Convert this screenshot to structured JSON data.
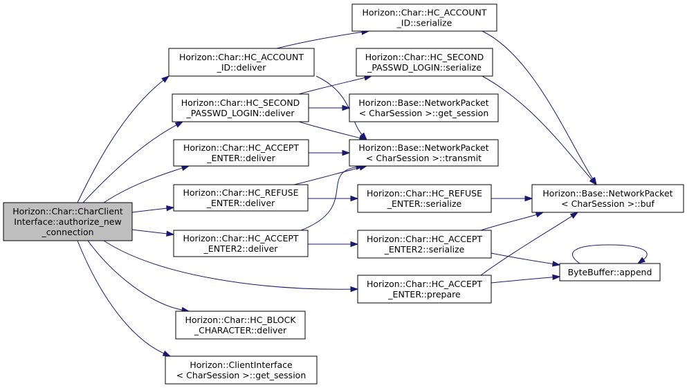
{
  "graph": {
    "colors": {
      "edge": "#191970",
      "root_fill": "#bfbfbf",
      "node_fill": "#ffffff",
      "border": "#000000"
    },
    "nodes": [
      {
        "id": "root",
        "lines": [
          "Horizon::Char::CharClient",
          "Interface::authorize_new",
          "_connection"
        ],
        "root": true
      },
      {
        "id": "acc_id_deliver",
        "lines": [
          "Horizon::Char::HC_ACCOUNT",
          "_ID::deliver"
        ]
      },
      {
        "id": "sec_pass_deliver",
        "lines": [
          "Horizon::Char::HC_SECOND",
          "_PASSWD_LOGIN::deliver"
        ]
      },
      {
        "id": "accept_enter_deliver",
        "lines": [
          "Horizon::Char::HC_ACCEPT",
          "_ENTER::deliver"
        ]
      },
      {
        "id": "refuse_enter_deliver",
        "lines": [
          "Horizon::Char::HC_REFUSE",
          "_ENTER::deliver"
        ]
      },
      {
        "id": "accept_enter2_deliver",
        "lines": [
          "Horizon::Char::HC_ACCEPT",
          "_ENTER2::deliver"
        ]
      },
      {
        "id": "block_char_deliver",
        "lines": [
          "Horizon::Char::HC_BLOCK",
          "_CHARACTER::deliver"
        ]
      },
      {
        "id": "client_get_session",
        "lines": [
          "Horizon::ClientInterface",
          "< CharSession >::get_session"
        ]
      },
      {
        "id": "acc_id_serialize",
        "lines": [
          "Horizon::Char::HC_ACCOUNT",
          "_ID::serialize"
        ]
      },
      {
        "id": "sec_pass_serialize",
        "lines": [
          "Horizon::Char::HC_SECOND",
          "_PASSWD_LOGIN::serialize"
        ]
      },
      {
        "id": "np_get_session",
        "lines": [
          "Horizon::Base::NetworkPacket",
          "< CharSession >::get_session"
        ]
      },
      {
        "id": "np_transmit",
        "lines": [
          "Horizon::Base::NetworkPacket",
          "< CharSession >::transmit"
        ]
      },
      {
        "id": "refuse_enter_serialize",
        "lines": [
          "Horizon::Char::HC_REFUSE",
          "_ENTER::serialize"
        ]
      },
      {
        "id": "accept_enter2_serialize",
        "lines": [
          "Horizon::Char::HC_ACCEPT",
          "_ENTER2::serialize"
        ]
      },
      {
        "id": "accept_enter_prepare",
        "lines": [
          "Horizon::Char::HC_ACCEPT",
          "_ENTER::prepare"
        ]
      },
      {
        "id": "np_buf",
        "lines": [
          "Horizon::Base::NetworkPacket",
          "< CharSession >::buf"
        ]
      },
      {
        "id": "bb_append",
        "lines": [
          "ByteBuffer::append"
        ]
      }
    ],
    "edges": [
      [
        "root",
        "acc_id_deliver"
      ],
      [
        "root",
        "sec_pass_deliver"
      ],
      [
        "root",
        "accept_enter_deliver"
      ],
      [
        "root",
        "refuse_enter_deliver"
      ],
      [
        "root",
        "accept_enter2_deliver"
      ],
      [
        "root",
        "accept_enter_prepare"
      ],
      [
        "root",
        "block_char_deliver"
      ],
      [
        "root",
        "client_get_session"
      ],
      [
        "acc_id_deliver",
        "acc_id_serialize"
      ],
      [
        "acc_id_deliver",
        "np_transmit"
      ],
      [
        "sec_pass_deliver",
        "sec_pass_serialize"
      ],
      [
        "sec_pass_deliver",
        "np_get_session"
      ],
      [
        "sec_pass_deliver",
        "np_transmit"
      ],
      [
        "accept_enter_deliver",
        "np_transmit"
      ],
      [
        "refuse_enter_deliver",
        "np_transmit"
      ],
      [
        "refuse_enter_deliver",
        "refuse_enter_serialize"
      ],
      [
        "accept_enter2_deliver",
        "np_transmit"
      ],
      [
        "accept_enter2_deliver",
        "accept_enter2_serialize"
      ],
      [
        "acc_id_serialize",
        "np_buf"
      ],
      [
        "sec_pass_serialize",
        "np_buf"
      ],
      [
        "refuse_enter_serialize",
        "np_buf"
      ],
      [
        "accept_enter2_serialize",
        "np_buf"
      ],
      [
        "accept_enter2_serialize",
        "bb_append"
      ],
      [
        "accept_enter_prepare",
        "np_buf"
      ],
      [
        "accept_enter_prepare",
        "bb_append"
      ],
      [
        "bb_append",
        "bb_append"
      ]
    ]
  }
}
